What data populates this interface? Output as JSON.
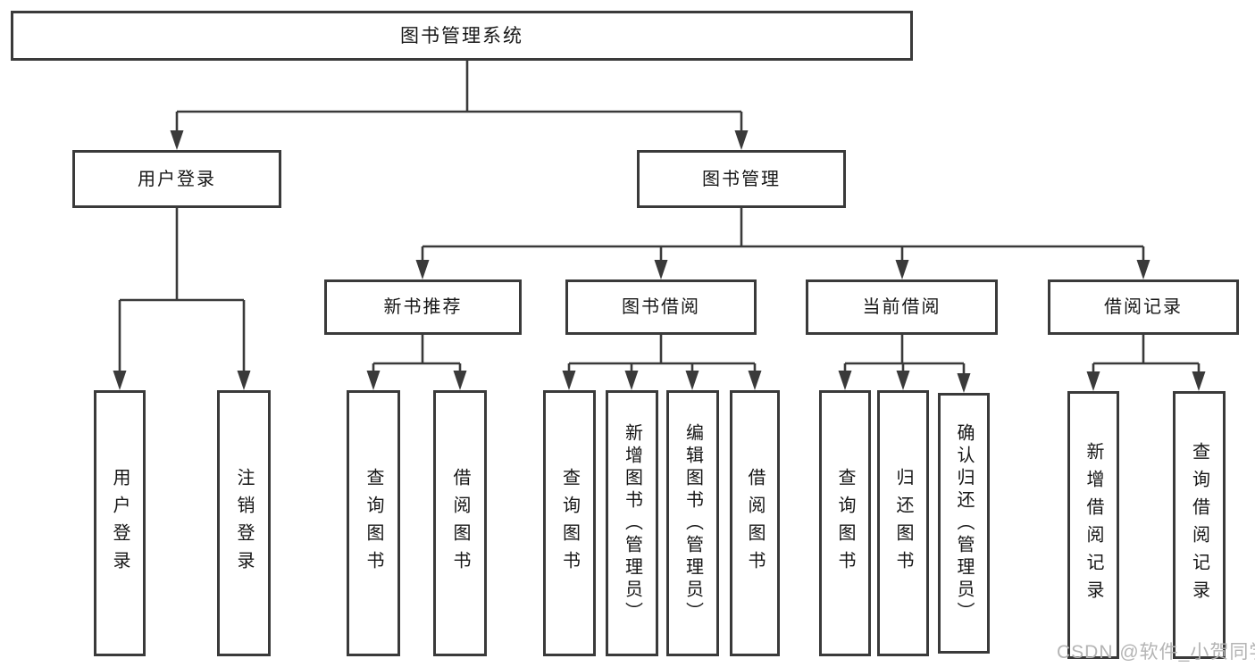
{
  "tree": {
    "root": {
      "label": "图书管理系统"
    },
    "branches": [
      {
        "label": "用户登录",
        "leaves": [
          {
            "label": "用户登录"
          },
          {
            "label": "注销登录"
          }
        ]
      },
      {
        "label": "图书管理",
        "groups": [
          {
            "label": "新书推荐",
            "leaves": [
              {
                "label": "查询图书"
              },
              {
                "label": "借阅图书"
              }
            ]
          },
          {
            "label": "图书借阅",
            "leaves": [
              {
                "label": "查询图书"
              },
              {
                "label": "新增图书（管理员）"
              },
              {
                "label": "编辑图书（管理员）"
              },
              {
                "label": "借阅图书"
              }
            ]
          },
          {
            "label": "当前借阅",
            "leaves": [
              {
                "label": "查询图书"
              },
              {
                "label": "归还图书"
              },
              {
                "label": "确认归还（管理员）"
              }
            ]
          },
          {
            "label": "借阅记录",
            "leaves": [
              {
                "label": "新增借阅记录"
              },
              {
                "label": "查询借阅记录"
              }
            ]
          }
        ]
      }
    ]
  },
  "watermark": {
    "text": "CSDN @软件_小贺同学"
  },
  "colors": {
    "line": "#3a3a3a",
    "text": "#161616",
    "watermark": "#b4b4b4",
    "bg": "#ffffff"
  }
}
